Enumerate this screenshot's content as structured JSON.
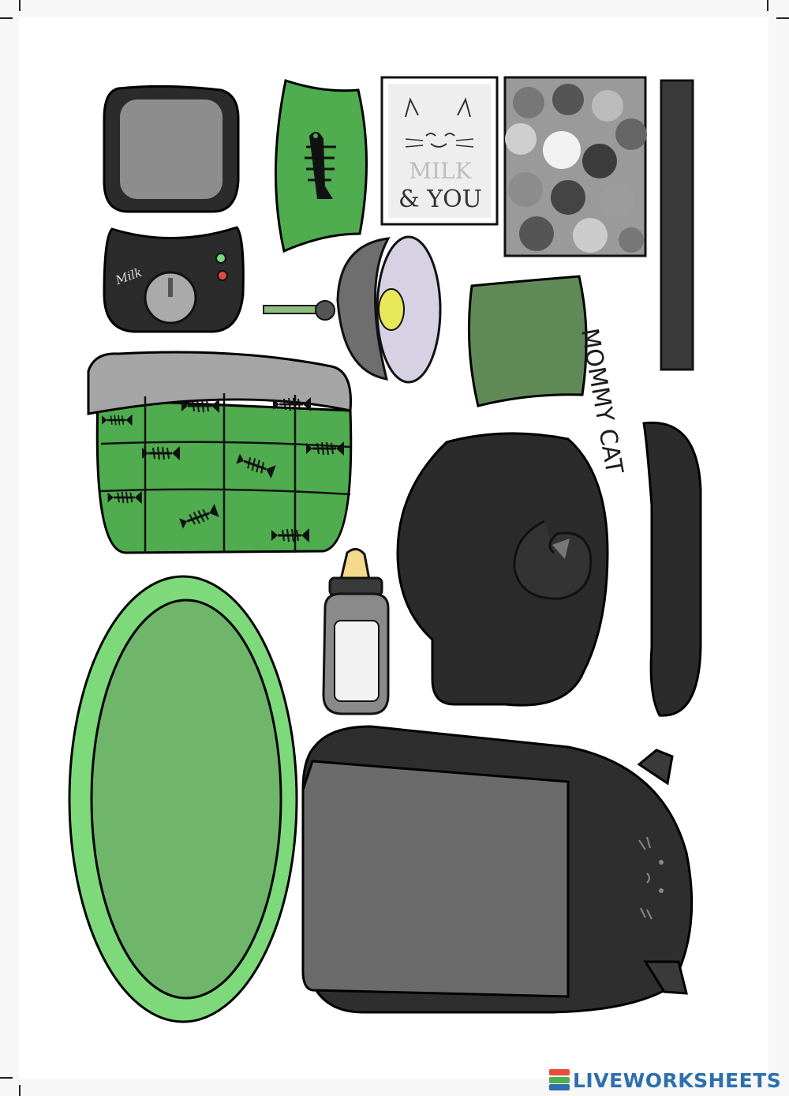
{
  "poster": {
    "line1": "MILK",
    "line2": "& YOU"
  },
  "machine": {
    "label": "Milk"
  },
  "pillow": {
    "text": "MOMMY CAT"
  },
  "brand": {
    "name": "LIVEWORKSHEETS",
    "colors": [
      "#e94b3c",
      "#f5b335",
      "#4caf50",
      "#2e6fae"
    ]
  },
  "palette": {
    "green": "#4fac4f",
    "light_green": "#7dd97a",
    "olive": "#5f8a57",
    "dark": "#2b2b2b",
    "gray": "#8a8a8a"
  },
  "icons": [
    "fish-bone-icon",
    "cat-face-icon",
    "crop-mark-icon"
  ]
}
